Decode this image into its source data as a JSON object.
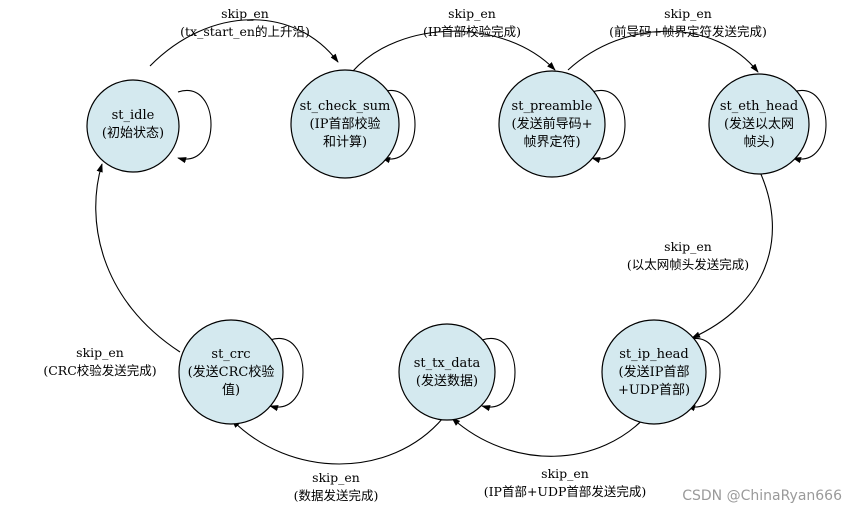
{
  "states": {
    "idle": {
      "name": "st_idle",
      "desc": [
        "(初始状态)"
      ]
    },
    "check_sum": {
      "name": "st_check_sum",
      "desc": [
        "(IP首部校验",
        "和计算)"
      ]
    },
    "preamble": {
      "name": "st_preamble",
      "desc": [
        "(发送前导码+",
        "帧界定符)"
      ]
    },
    "eth_head": {
      "name": "st_eth_head",
      "desc": [
        "(发送以太网",
        "帧头)"
      ]
    },
    "ip_head": {
      "name": "st_ip_head",
      "desc": [
        "(发送IP首部",
        "+UDP首部)"
      ]
    },
    "tx_data": {
      "name": "st_tx_data",
      "desc": [
        "(发送数据)"
      ]
    },
    "crc": {
      "name": "st_crc",
      "desc": [
        "(发送CRC校验",
        "值)"
      ]
    }
  },
  "transitions": {
    "idle_to_check": {
      "signal": "skip_en",
      "cond": "(tx_start_en的上升沿)"
    },
    "check_to_preamble": {
      "signal": "skip_en",
      "cond": "(IP首部校验完成)"
    },
    "preamble_to_eth": {
      "signal": "skip_en",
      "cond": "(前导码+帧界定符发送完成)"
    },
    "eth_to_ip": {
      "signal": "skip_en",
      "cond": "(以太网帧头发送完成)"
    },
    "ip_to_data": {
      "signal": "skip_en",
      "cond": "(IP首部+UDP首部发送完成)"
    },
    "data_to_crc": {
      "signal": "skip_en",
      "cond": "(数据发送完成)"
    },
    "crc_to_idle": {
      "signal": "skip_en",
      "cond": "(CRC校验发送完成)"
    }
  },
  "watermark": "CSDN @ChinaRyan666"
}
